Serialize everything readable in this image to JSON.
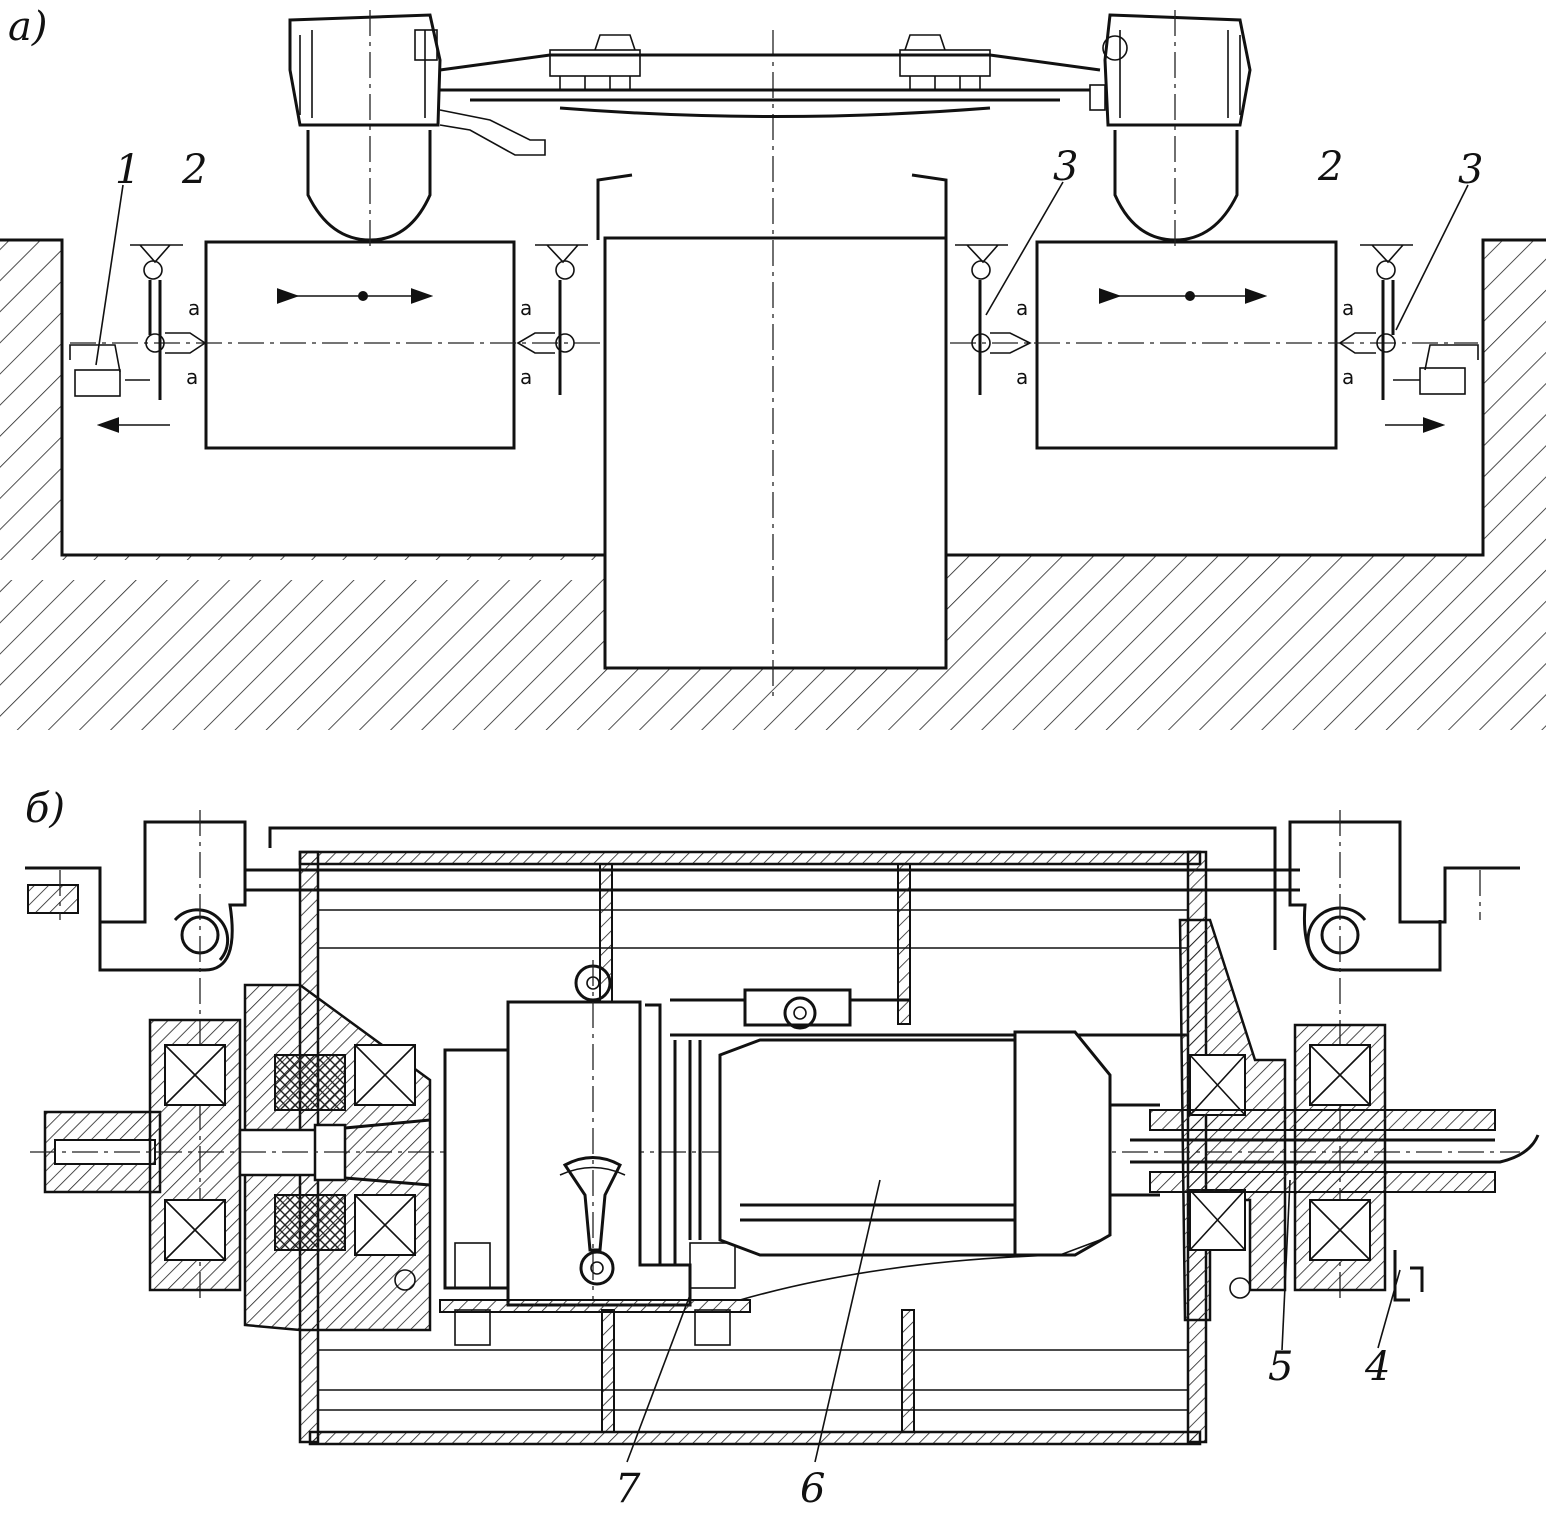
{
  "panels": {
    "top": "a)",
    "bottom": "б)"
  },
  "labels": {
    "l1": "1",
    "l2a": "2",
    "l2b": "2",
    "l3a": "3",
    "l3b": "3",
    "l4": "4",
    "l5": "5",
    "l6": "6",
    "l7": "7"
  }
}
